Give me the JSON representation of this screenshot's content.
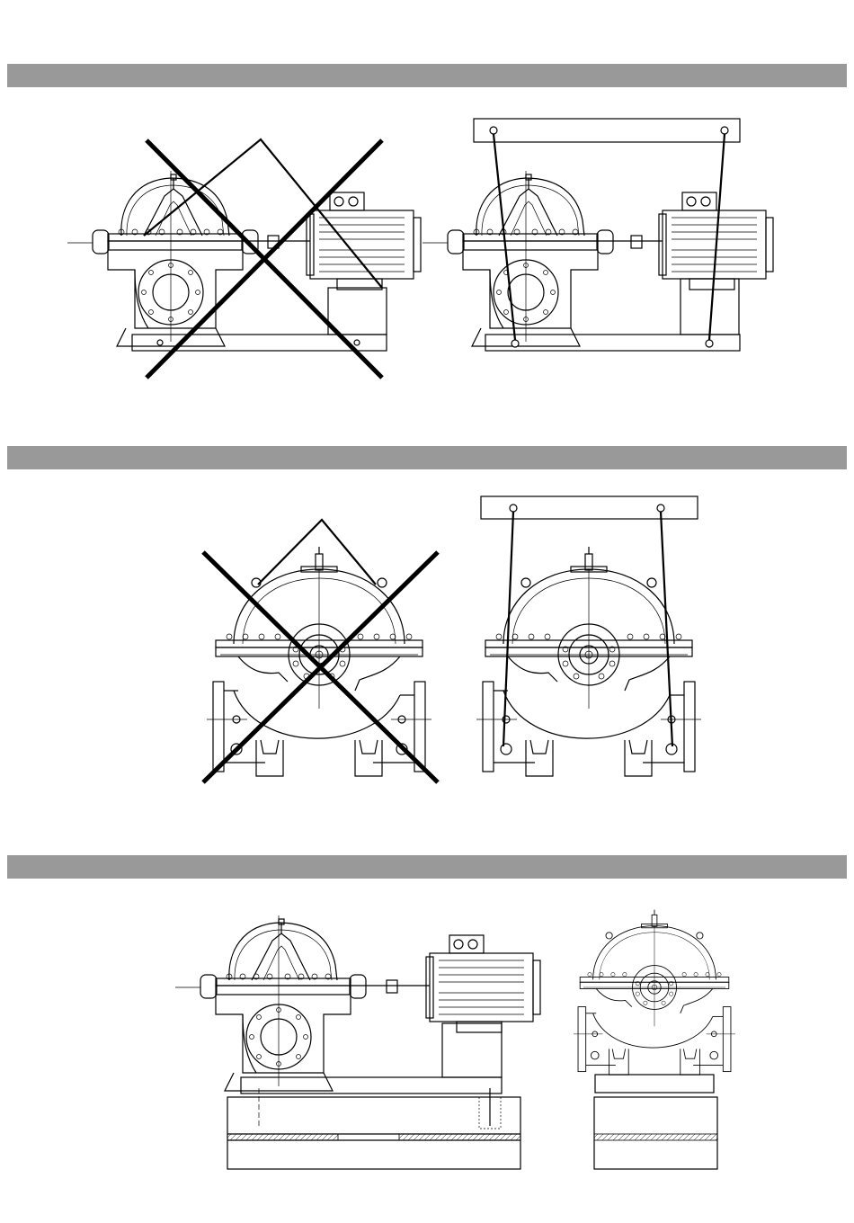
{
  "sections": [
    {
      "id": "lifting-complete-unit"
    },
    {
      "id": "lifting-pump-only"
    },
    {
      "id": "foundation-installation"
    }
  ],
  "icons": {
    "wrong": "cross-out-icon",
    "lifting_point": "lifting-eye-icon"
  },
  "colors": {
    "section_band": "#999999",
    "line": "#000000",
    "background": "#ffffff"
  }
}
